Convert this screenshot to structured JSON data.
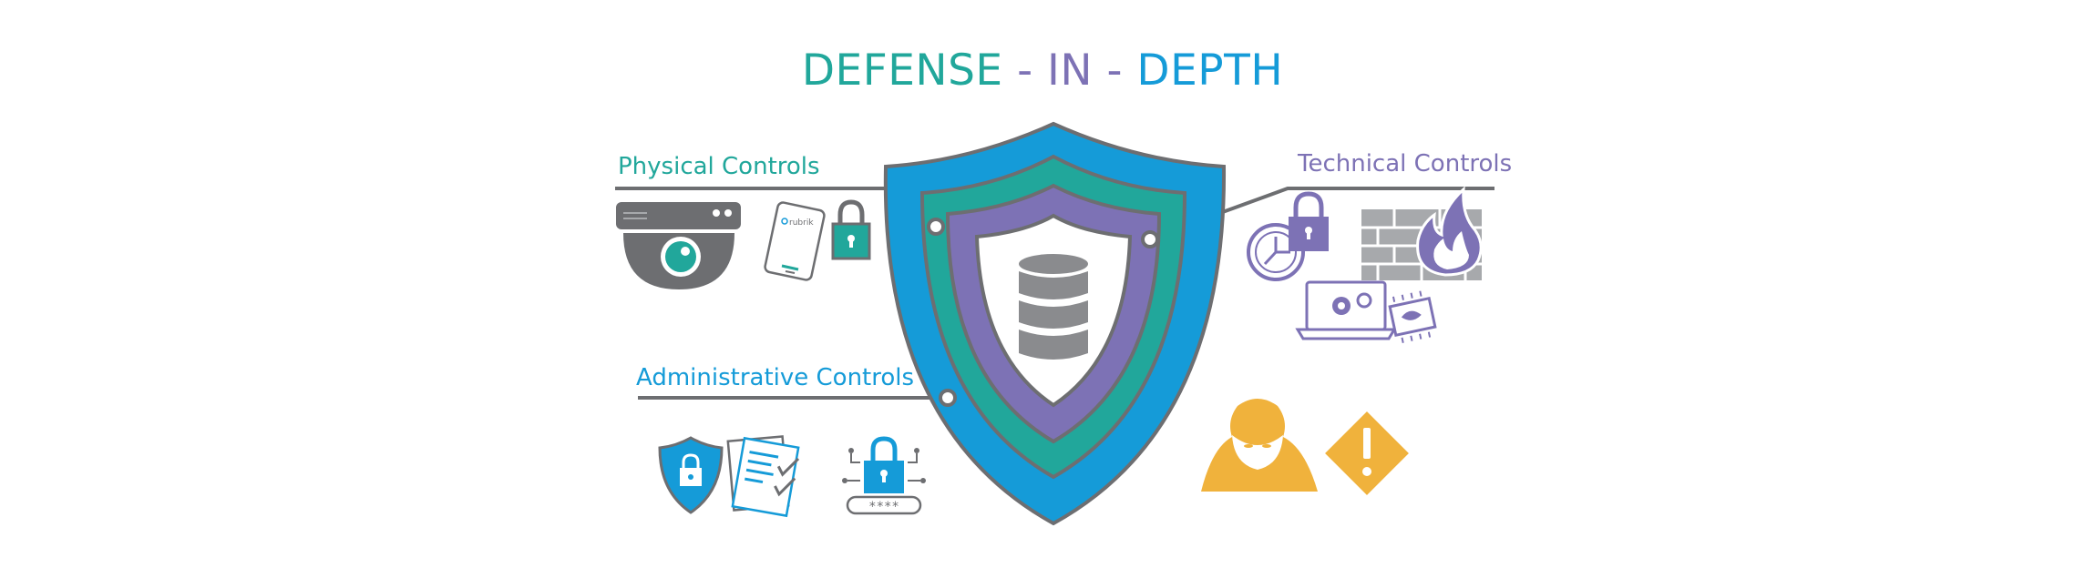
{
  "title": {
    "part1": "DEFENSE",
    "sep1": "-",
    "part2": "IN",
    "sep2": "-",
    "part3": "DEPTH"
  },
  "labels": {
    "physical": "Physical Controls",
    "technical": "Technical Controls",
    "administrative": "Administrative Controls"
  },
  "keycard": {
    "brand": "rubrik"
  },
  "password_field": {
    "mask": "****"
  },
  "colors": {
    "teal": "#21a79b",
    "purple": "#7d72b5",
    "blue": "#159bd8",
    "gray": "#6d6e71",
    "orange": "#f0b23c"
  }
}
